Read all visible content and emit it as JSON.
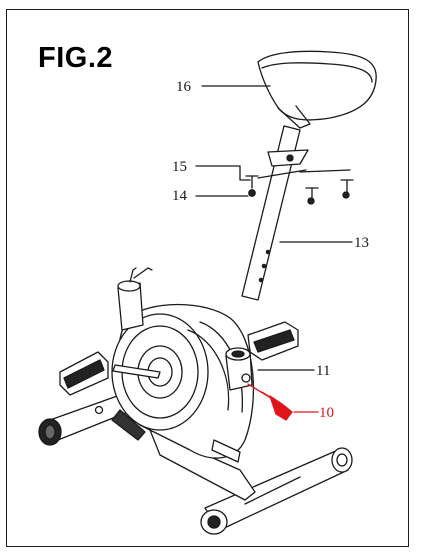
{
  "figure": {
    "title": "FIG.2"
  },
  "callouts": [
    {
      "id": "16",
      "label": "16"
    },
    {
      "id": "15",
      "label": "15"
    },
    {
      "id": "14",
      "label": "14"
    },
    {
      "id": "13",
      "label": "13"
    },
    {
      "id": "11",
      "label": "11"
    },
    {
      "id": "10",
      "label": "10",
      "highlight": true
    }
  ],
  "colors": {
    "line": "#1a1a1a",
    "highlight": "#e0141b",
    "dark_fill": "#222222"
  }
}
